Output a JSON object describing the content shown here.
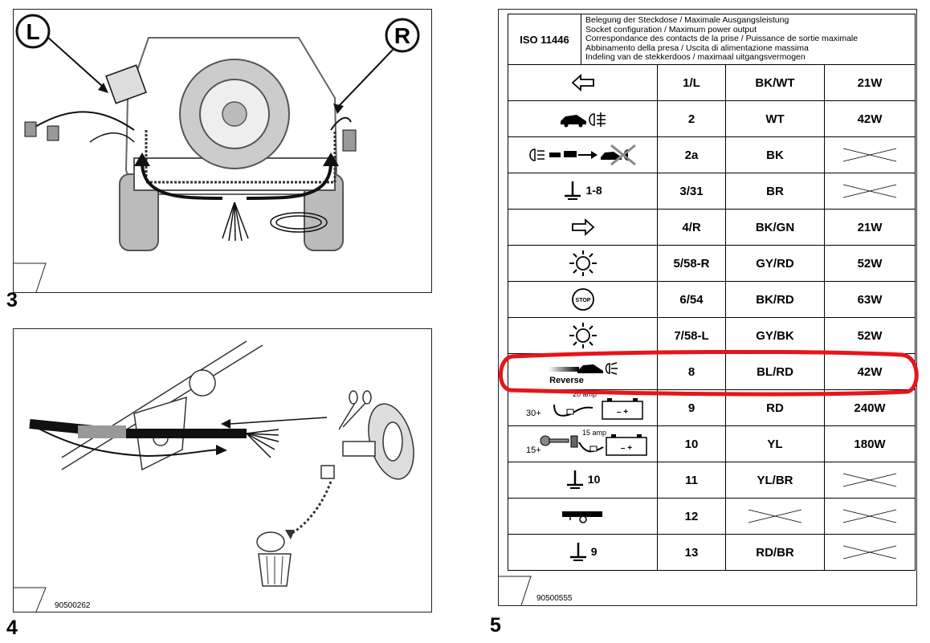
{
  "figures": {
    "fig3": {
      "number": "3",
      "left_label": "L",
      "right_label": "R"
    },
    "fig4": {
      "number": "4",
      "ref": "90500262"
    },
    "fig5": {
      "number": "5",
      "ref": "90500555"
    }
  },
  "table": {
    "standard": "ISO 11446",
    "description": [
      "Belegung der Steckdose / Maximale Ausgangsleistung",
      "Socket configuration / Maximum power output",
      "Correspondance des contacts de la prise / Puissance de sortie maximale",
      "Abbinamento della presa / Uscita di alimentazione massima",
      "Indeling van de stekkerdoos / maximaal uitgangsvermogen"
    ],
    "rows": [
      {
        "icon": "left-turn-arrow-icon",
        "pin": "1/L",
        "color": "BK/WT",
        "power": "21W"
      },
      {
        "icon": "fog-light-icon",
        "pin": "2",
        "color": "WT",
        "power": "42W"
      },
      {
        "icon": "fog-light-cutoff-icon",
        "pin": "2a",
        "color": "BK",
        "power": ""
      },
      {
        "icon": "ground-icon",
        "label": "1-8",
        "pin": "3/31",
        "color": "BR",
        "power": ""
      },
      {
        "icon": "right-turn-arrow-icon",
        "pin": "4/R",
        "color": "BK/GN",
        "power": "21W"
      },
      {
        "icon": "tail-light-icon",
        "pin": "5/58-R",
        "color": "GY/RD",
        "power": "52W"
      },
      {
        "icon": "stop-icon",
        "stop_text": "STOP",
        "pin": "6/54",
        "color": "BK/RD",
        "power": "63W"
      },
      {
        "icon": "tail-light-icon",
        "pin": "7/58-L",
        "color": "GY/BK",
        "power": "52W"
      },
      {
        "icon": "reverse-light-icon",
        "label": "Reverse",
        "pin": "8",
        "color": "BL/RD",
        "power": "42W"
      },
      {
        "icon": "battery-permanent-icon",
        "label": "30+",
        "amp": "20 amp",
        "pin": "9",
        "color": "RD",
        "power": "240W"
      },
      {
        "icon": "battery-ignition-icon",
        "label": "15+",
        "amp": "15 amp",
        "pin": "10",
        "color": "YL",
        "power": "180W"
      },
      {
        "icon": "ground-icon",
        "label": "10",
        "pin": "11",
        "color": "YL/BR",
        "power": ""
      },
      {
        "icon": "trailer-sensor-icon",
        "pin": "12",
        "color": "",
        "power": ""
      },
      {
        "icon": "ground-icon",
        "label": "9",
        "pin": "13",
        "color": "RD/BR",
        "power": ""
      }
    ]
  },
  "highlight_color": "#e8141c"
}
